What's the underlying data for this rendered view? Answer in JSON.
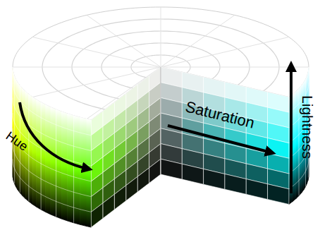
{
  "diagram": {
    "labels": [
      "Hue",
      "Saturation",
      "Lightness"
    ]
  }
}
